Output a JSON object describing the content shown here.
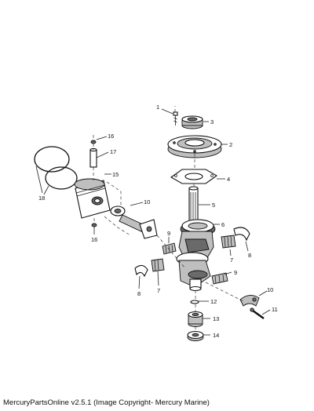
{
  "diagram": {
    "callouts": {
      "c1": "1",
      "c2": "2",
      "c3": "3",
      "c4": "4",
      "c5": "5",
      "c6": "6",
      "c7a": "7",
      "c7b": "7",
      "c8a": "8",
      "c8b": "8",
      "c9a": "9",
      "c9b": "9",
      "c10a": "10",
      "c10b": "10",
      "c11": "11",
      "c12": "12",
      "c13": "13",
      "c14": "14",
      "c15": "15",
      "c16a": "16",
      "c16b": "16",
      "c17": "17",
      "c18": "18"
    }
  },
  "caption": "MercuryPartsOnline v2.5.1 (Image Copyright- Mercury Marine)"
}
